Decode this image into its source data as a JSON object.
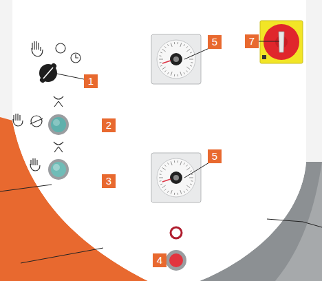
{
  "diagram": {
    "labels": [
      "5",
      "7",
      "1",
      "2",
      "5",
      "3",
      "4"
    ]
  }
}
